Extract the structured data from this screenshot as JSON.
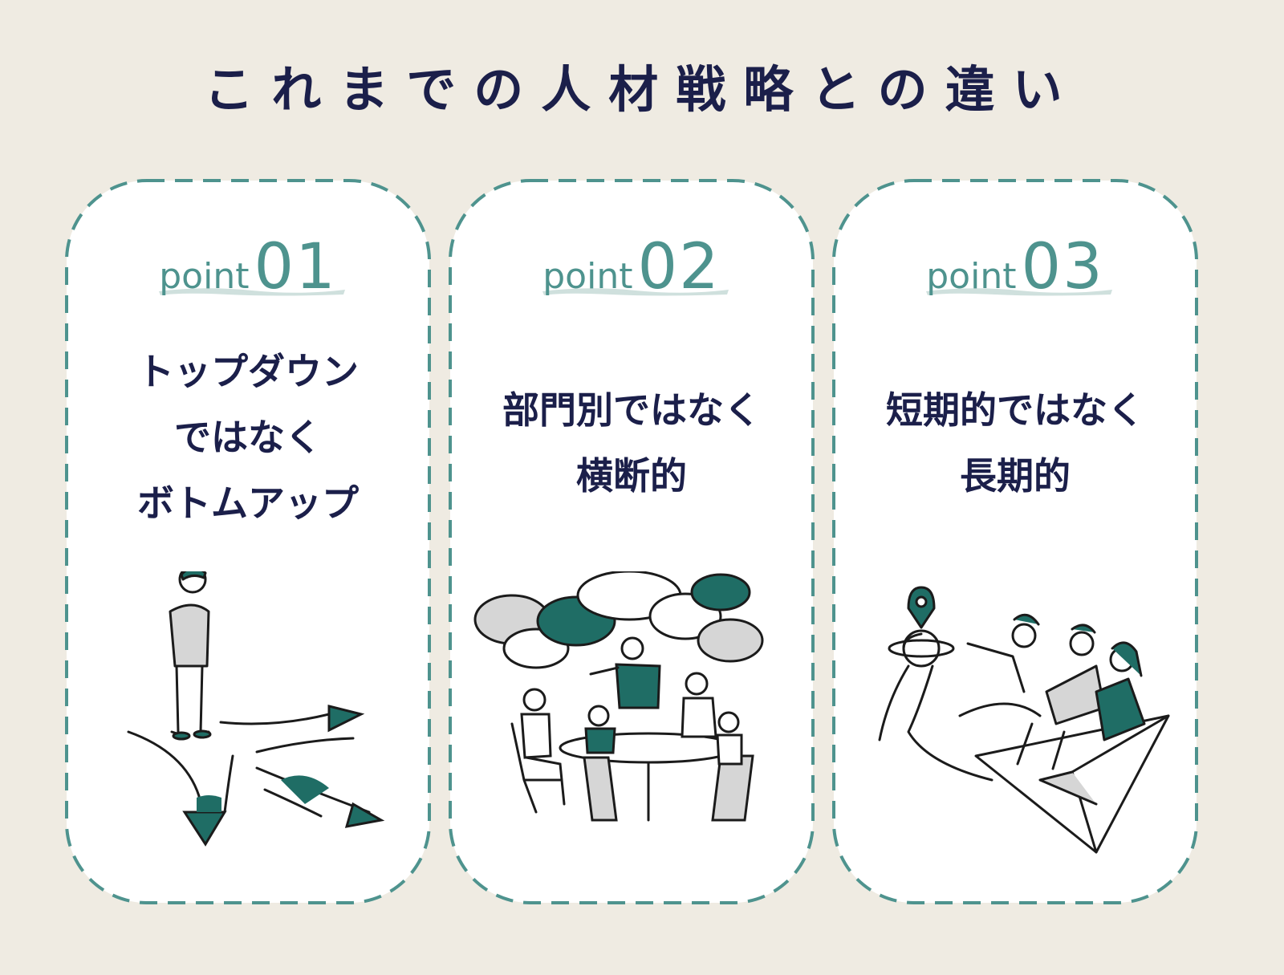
{
  "title": "これまでの人材戦略との違い",
  "colors": {
    "background": "#efebe2",
    "title": "#1b1f4a",
    "accent": "#4e938e",
    "illustration_fill": "#1f6d65",
    "illustration_gray": "#d6d6d6"
  },
  "cards": [
    {
      "point_word": "point",
      "point_number": "01",
      "heading_lines": [
        "トップダウン",
        "ではなく",
        "ボトムアップ"
      ],
      "illustration": "person-crossroads-arrows-illustration"
    },
    {
      "point_word": "point",
      "point_number": "02",
      "heading_lines": [
        "部門別ではなく",
        "横断的"
      ],
      "illustration": "team-meeting-speech-bubbles-illustration"
    },
    {
      "point_word": "point",
      "point_number": "03",
      "heading_lines": [
        "短期的ではなく",
        "長期的"
      ],
      "illustration": "team-flying-paper-plane-illustration"
    }
  ]
}
